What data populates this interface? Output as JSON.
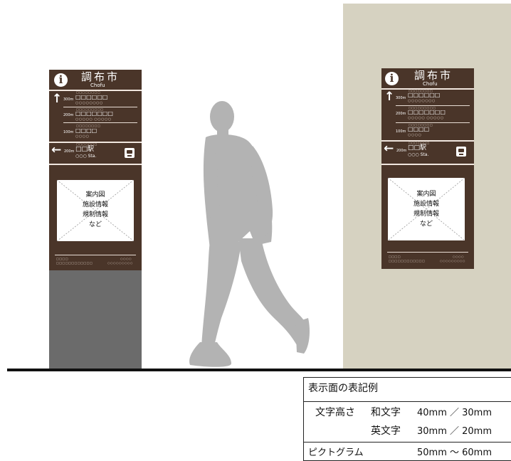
{
  "sign": {
    "info_glyph": "i",
    "city_name_ja": "調布市",
    "city_name_en": "Chofu",
    "dir_ahead": {
      "dist1": "300m",
      "dots1": "□□□□□□□□",
      "glyph1": "□□□□□□",
      "sub1": "○○○○○○○○",
      "dist2": "200m",
      "dots2": "□□□□□□□□□",
      "glyph2": "□□□□□□□",
      "sub2": "○○○○○  ○○○○○",
      "dist3": "100m",
      "dots3": "□□□□□□□□",
      "glyph3": "□□□□",
      "sub3": "○○○○"
    },
    "dir_left": {
      "dist": "200m",
      "dots": "□□□□□□□",
      "station_glyph": "□□駅",
      "station_sub": "○○○ Sta."
    },
    "map_lines": [
      "案内図",
      "施設情報",
      "規制情報",
      "など"
    ],
    "footer_left_1": "□□□□",
    "footer_left_2": "□□□□□□□□□□□□",
    "footer_right_1": "○○○○",
    "footer_right_2": "○○○○○○○○○"
  },
  "table": {
    "title": "表示面の表記例",
    "row1_label": "文字高さ",
    "row1_sub": "和文字",
    "row1_value": "40mm ／ 30mm",
    "row2_sub": "英文字",
    "row2_value": "30mm ／ 20mm",
    "row3_label": "ピクトグラム",
    "row3_value": "50mm 〜 60mm"
  },
  "colors": {
    "panel": "#4a3529",
    "post": "#6b6b6b",
    "wall": "#d6d2c1",
    "figure": "#b3b3b3",
    "ground": "#111111"
  }
}
